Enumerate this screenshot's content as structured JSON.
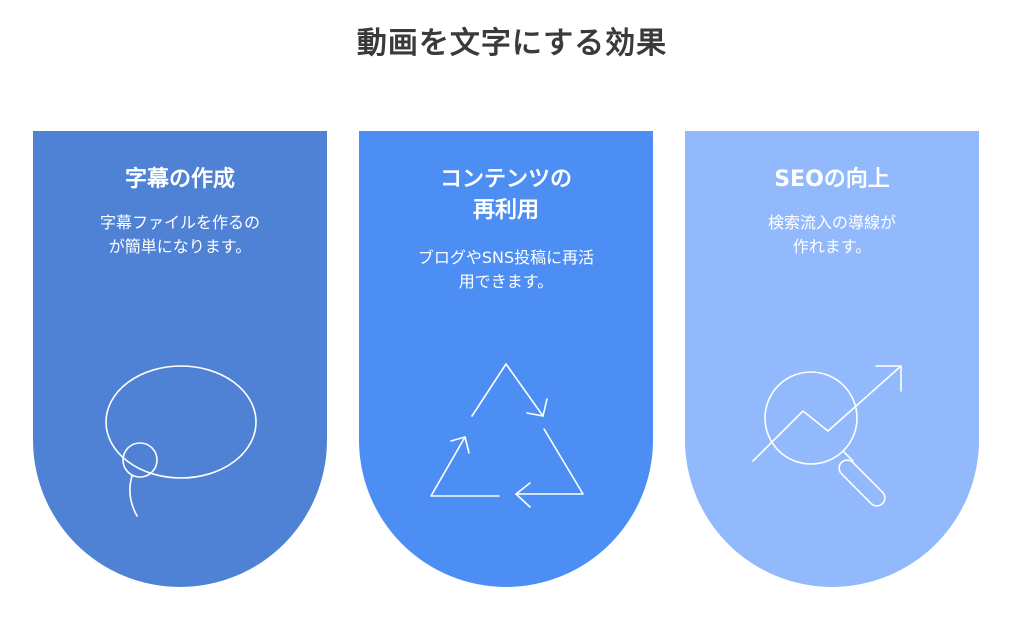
{
  "title": "動画を文字にする効果",
  "colors": {
    "card_1": "#4f82d5",
    "card_2": "#4d8ef4",
    "card_3": "#93b9fd",
    "title_text": "#3a3a3a",
    "icon_stroke": "#ffffff"
  },
  "cards": [
    {
      "heading": "字幕の作成",
      "description": "字幕ファイルを作るの\nが簡単になります。",
      "icon": "speech-bubble-icon"
    },
    {
      "heading": "コンテンツの\n再利用",
      "description": "ブログやSNS投稿に再活\n用できます。",
      "icon": "recycle-icon"
    },
    {
      "heading": "SEOの向上",
      "description": "検索流入の導線が\n作れます。",
      "icon": "search-trend-icon"
    }
  ]
}
